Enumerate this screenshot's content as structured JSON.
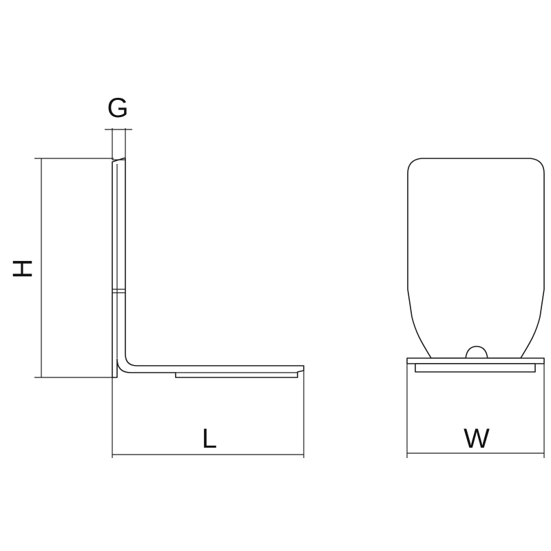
{
  "diagram": {
    "labels": {
      "gap": "G",
      "height": "H",
      "length": "L",
      "width": "W"
    },
    "colors": {
      "line": "#1a1a1a",
      "background": "#ffffff"
    }
  }
}
